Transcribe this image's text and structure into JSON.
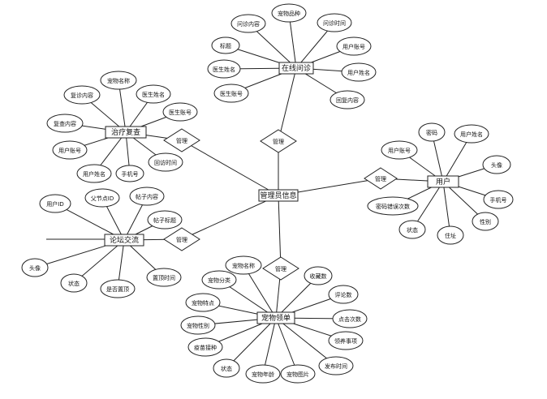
{
  "entities": [
    {
      "id": "admin",
      "label": "管理员信息"
    },
    {
      "id": "user",
      "label": "用户"
    },
    {
      "id": "consult",
      "label": "在线问诊"
    },
    {
      "id": "treatment",
      "label": "治疗复查"
    },
    {
      "id": "forum",
      "label": "论坛交流"
    },
    {
      "id": "pet",
      "label": "宠物领单"
    }
  ],
  "relations": [
    {
      "id": "r_consult",
      "label": "管理"
    },
    {
      "id": "r_treat",
      "label": "管理"
    },
    {
      "id": "r_user",
      "label": "管理"
    },
    {
      "id": "r_forum",
      "label": "管理"
    },
    {
      "id": "r_pet",
      "label": "管理"
    }
  ],
  "attributes": [
    {
      "id": "c1",
      "label": "问诊内容"
    },
    {
      "id": "c2",
      "label": "宠物品种"
    },
    {
      "id": "c3",
      "label": "问诊时间"
    },
    {
      "id": "c4",
      "label": "标题"
    },
    {
      "id": "c5",
      "label": "用户账号"
    },
    {
      "id": "c6",
      "label": "医生姓名"
    },
    {
      "id": "c7",
      "label": "用户姓名"
    },
    {
      "id": "c8",
      "label": "医生账号"
    },
    {
      "id": "c9",
      "label": "回复内容"
    },
    {
      "id": "t1",
      "label": "宠物名称"
    },
    {
      "id": "t2",
      "label": "复诊内容"
    },
    {
      "id": "t3",
      "label": "医生姓名"
    },
    {
      "id": "t4",
      "label": "医生账号"
    },
    {
      "id": "t5",
      "label": "复查内容"
    },
    {
      "id": "t6",
      "label": "用户账号"
    },
    {
      "id": "t7",
      "label": "用户姓名"
    },
    {
      "id": "t8",
      "label": "手机号"
    },
    {
      "id": "t9",
      "label": "回访时间"
    },
    {
      "id": "u1",
      "label": "用户账号"
    },
    {
      "id": "u2",
      "label": "密码"
    },
    {
      "id": "u3",
      "label": "用户姓名"
    },
    {
      "id": "u4",
      "label": "头像"
    },
    {
      "id": "u5",
      "label": "密码错误次数"
    },
    {
      "id": "u6",
      "label": "手机号"
    },
    {
      "id": "u7",
      "label": "状态"
    },
    {
      "id": "u8",
      "label": "住址"
    },
    {
      "id": "u9",
      "label": "性别"
    },
    {
      "id": "f1",
      "label": "用户ID"
    },
    {
      "id": "f2",
      "label": "父节点ID"
    },
    {
      "id": "f3",
      "label": "帖子内容"
    },
    {
      "id": "f4",
      "label": "帖子标题"
    },
    {
      "id": "f5",
      "label": "头像"
    },
    {
      "id": "f6",
      "label": "状态"
    },
    {
      "id": "f7",
      "label": "是否置顶"
    },
    {
      "id": "f8",
      "label": "置顶时间"
    },
    {
      "id": "p1",
      "label": "宠物名称"
    },
    {
      "id": "p2",
      "label": "收藏数"
    },
    {
      "id": "p3",
      "label": "宠物分类"
    },
    {
      "id": "p4",
      "label": "评论数"
    },
    {
      "id": "p5",
      "label": "宠物特点"
    },
    {
      "id": "p6",
      "label": "点击次数"
    },
    {
      "id": "p7",
      "label": "宠物性别"
    },
    {
      "id": "p8",
      "label": "领养事项"
    },
    {
      "id": "p9",
      "label": "疫苗接种"
    },
    {
      "id": "p10",
      "label": "状态"
    },
    {
      "id": "p11",
      "label": "宠物年龄"
    },
    {
      "id": "p12",
      "label": "宠物图片"
    },
    {
      "id": "p13",
      "label": "发布时间"
    }
  ]
}
